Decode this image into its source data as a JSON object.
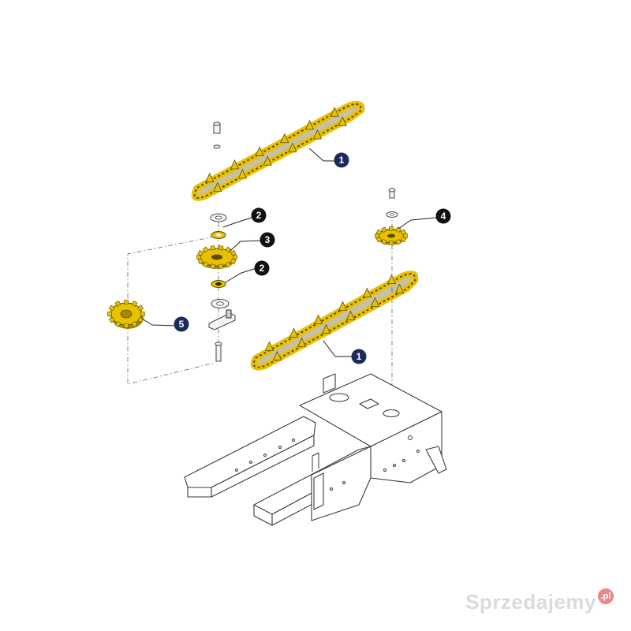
{
  "colors": {
    "chain": "#e8c200",
    "chain_dark": "#a68a00",
    "chain_shadow": "#5c4c00",
    "callout_dark": "#111111",
    "callout_navy": "#1c2a5e",
    "frame_line": "#3a3a3a"
  },
  "callouts": [
    {
      "label": "1",
      "style": "navy"
    },
    {
      "label": "2",
      "style": "dark"
    },
    {
      "label": "3",
      "style": "dark"
    },
    {
      "label": "2",
      "style": "dark"
    },
    {
      "label": "4",
      "style": "dark"
    },
    {
      "label": "5",
      "style": "navy"
    },
    {
      "label": "1",
      "style": "navy"
    }
  ],
  "watermark": {
    "text": "Sprzedajemy",
    "badge": ".pl"
  }
}
